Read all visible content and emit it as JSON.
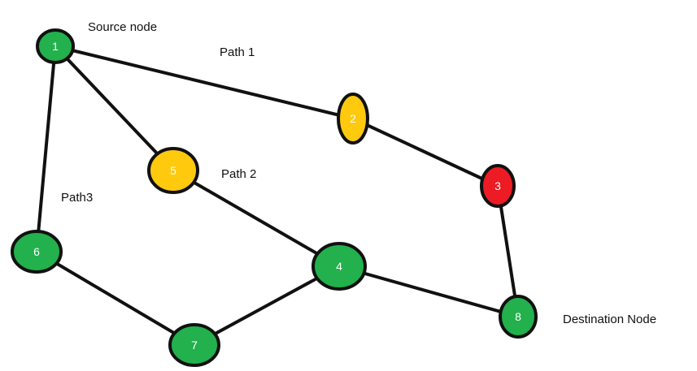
{
  "colors": {
    "green": "#22b14c",
    "yellow": "#ffc90e",
    "red": "#ed1c24",
    "stroke": "#111111"
  },
  "labels": {
    "source": "Source node",
    "path1": "Path 1",
    "path2": "Path 2",
    "path3": "Path3",
    "destination": "Destination Node"
  },
  "nodes": [
    {
      "id": "1",
      "color": "green"
    },
    {
      "id": "2",
      "color": "yellow"
    },
    {
      "id": "3",
      "color": "red"
    },
    {
      "id": "4",
      "color": "green"
    },
    {
      "id": "5",
      "color": "yellow"
    },
    {
      "id": "6",
      "color": "green"
    },
    {
      "id": "7",
      "color": "green"
    },
    {
      "id": "8",
      "color": "green"
    }
  ],
  "edges": [
    [
      "1",
      "2"
    ],
    [
      "2",
      "3"
    ],
    [
      "3",
      "8"
    ],
    [
      "1",
      "5"
    ],
    [
      "5",
      "4"
    ],
    [
      "4",
      "8"
    ],
    [
      "1",
      "6"
    ],
    [
      "6",
      "7"
    ],
    [
      "7",
      "4"
    ]
  ]
}
